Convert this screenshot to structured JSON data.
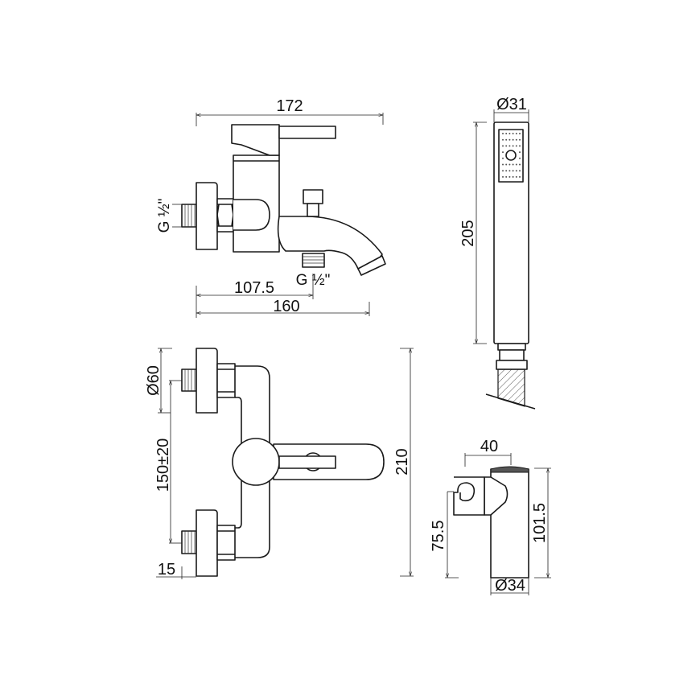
{
  "side_view": {
    "width_overall": "172",
    "inlet_thread": "G ½\"",
    "outlet_thread": "G ½\"",
    "outlet_offset": "107.5",
    "spout_reach": "160"
  },
  "front_view": {
    "flange_diameter": "Ø60",
    "inlet_spacing": "150±20",
    "thread_length": "15",
    "height_overall": "210"
  },
  "hand_shower": {
    "diameter": "Ø31",
    "length": "205"
  },
  "wall_holder": {
    "projection": "40",
    "holder_height": "75.5",
    "total_height": "101.5",
    "diameter": "Ø34"
  }
}
